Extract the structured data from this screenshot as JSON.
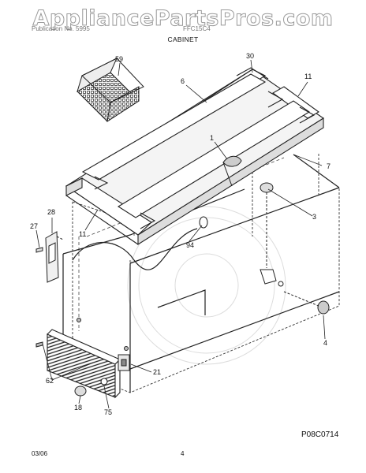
{
  "watermark": "AppliancePartsPros.com",
  "header": {
    "publication_text": "Publication No. 5995",
    "model_text": "FFC15C4",
    "section_title": "CABINET"
  },
  "callouts": {
    "c59": "59",
    "c30": "30",
    "c6": "6",
    "c11_top": "11",
    "c1": "1",
    "c7": "7",
    "c3": "3",
    "c28": "28",
    "c27": "27",
    "c11_left": "11",
    "c94": "94",
    "c4": "4",
    "c21": "21",
    "c62": "62",
    "c18": "18",
    "c75": "75"
  },
  "figure_code": "P08C0714",
  "footer": {
    "date": "03/06",
    "page": "4"
  }
}
